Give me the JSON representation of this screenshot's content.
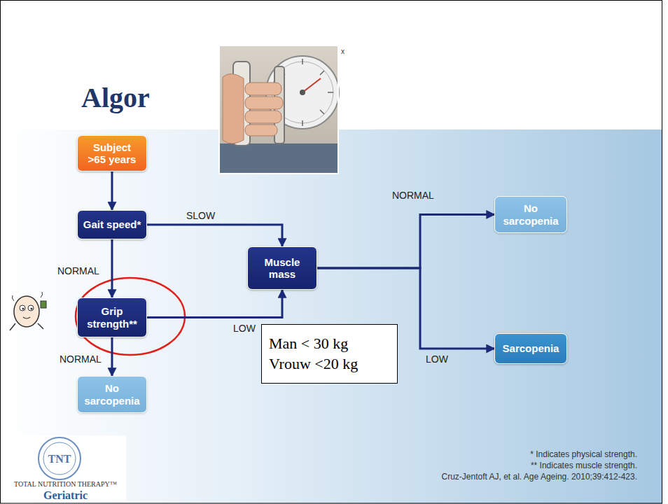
{
  "diagram": {
    "title": "Algor",
    "nodes": [
      {
        "text": [
          "Subject >65 years"
        ]
      },
      {
        "text": [
          "No sarcopenia"
        ]
      },
      {
        "text": [
          "Gait speed*"
        ]
      },
      {
        "text": [
          "Muscle mass"
        ]
      },
      {
        "text": [
          "Grip strength**"
        ]
      },
      {
        "text": [
          "Man < 30 kg",
          "Vrouw <20 kg"
        ]
      },
      {
        "text": [
          "Sarcopenia"
        ]
      },
      {
        "text": [
          "No sarcopenia"
        ]
      }
    ],
    "edges": [
      {
        "from": 0,
        "to": 2,
        "arrow": "to"
      },
      {
        "from": 2,
        "to": 3,
        "label": "SLOW",
        "arrow": "to"
      },
      {
        "from": 2,
        "to": 4,
        "label": "NORMAL",
        "arrow": "to"
      },
      {
        "from": 4,
        "to": 3,
        "label": "LOW",
        "arrow": "to"
      },
      {
        "from": 4,
        "to": 7,
        "label": "NORMAL",
        "arrow": "to"
      },
      {
        "from": 3,
        "to": 1,
        "label": "NORMAL",
        "arrow": "to"
      },
      {
        "from": 3,
        "to": 6,
        "label": "LOW",
        "arrow": "to"
      }
    ],
    "labels": [
      "x",
      "* Indicates physical strength.",
      "** Indicates muscle strength.",
      "Cruz-Jentoft AJ, et al. Age Ageing. 2010;39:412-423.",
      "TNT",
      "TOTAL NUTRITION THERAPY™",
      "Geriatric"
    ]
  }
}
